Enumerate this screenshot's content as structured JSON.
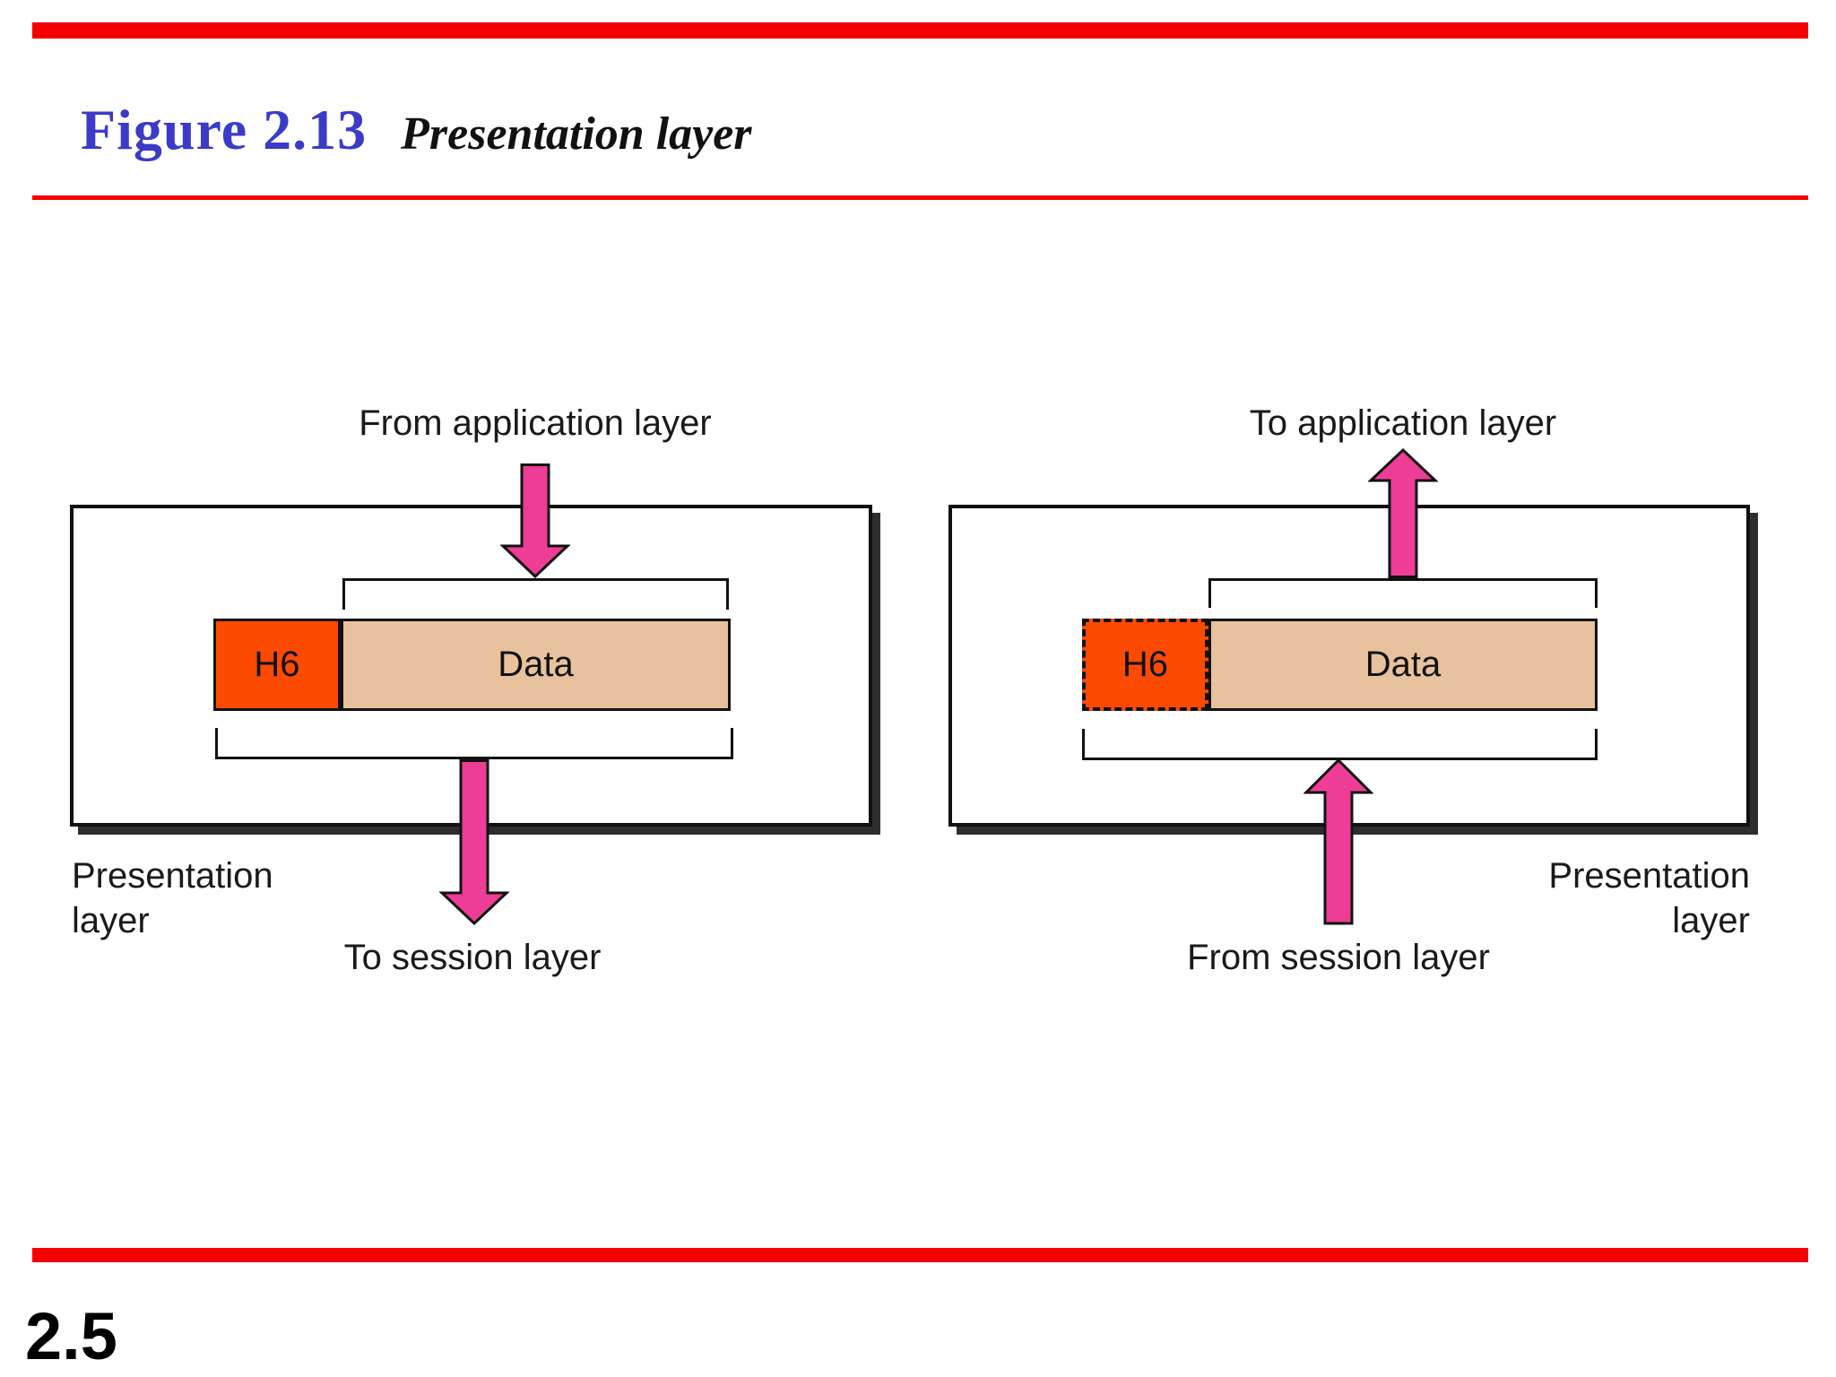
{
  "header": {
    "figure_label": "Figure 2.13",
    "figure_title": "Presentation layer"
  },
  "footer": {
    "page_number": "2.5"
  },
  "colors": {
    "accent_red": "#f40000",
    "header_blue": "#3b3bc8",
    "h6_orange": "#fc4a02",
    "data_tan": "#e8c29c",
    "arrow_pink": "#ee3d96",
    "shadow": "#2e2e2e"
  },
  "left_panel": {
    "top_label": "From application layer",
    "header_cell": "H6",
    "data_cell": "Data",
    "bottom_label": "To session layer",
    "side_label_line1": "Presentation",
    "side_label_line2": "layer"
  },
  "right_panel": {
    "top_label": "To application layer",
    "header_cell": "H6",
    "data_cell": "Data",
    "bottom_label": "From session layer",
    "side_label_line1": "Presentation",
    "side_label_line2": "layer"
  }
}
